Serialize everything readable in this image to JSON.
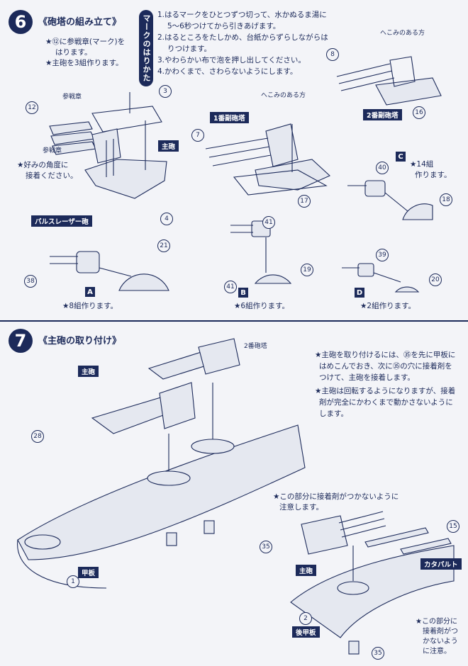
{
  "step6": {
    "number": "6",
    "title": "《砲塔の組み立て》",
    "notes": [
      "★⑫に参戦章(マーク)を",
      "はります。",
      "★主砲を3組作ります。"
    ],
    "mark_label": "マークのはりかた",
    "mark_steps": [
      "1.はるマークをひとつずつ切って、水かぬるま湯に",
      "5～6秒つけてから引きあげます。",
      "2.はるところをたしかめ、台紙からずらしながらは",
      "りつけます。",
      "3.やわらかい布で泡を押し出してください。",
      "4.かわくまで、さわらないようにします。"
    ],
    "tags": {
      "main_gun": "主砲",
      "turret1": "1番副砲塔",
      "turret2": "2番副砲塔",
      "pulse_laser": "パルスレーザー砲"
    },
    "labels": {
      "emblem1": "参戦章",
      "emblem2": "参戦章",
      "dent1": "へこみのある方",
      "dent2": "へこみのある方",
      "angle1": "★好みの角度に",
      "angle2": "接着ください。"
    },
    "parts": [
      "12",
      "3",
      "4",
      "7",
      "17",
      "8",
      "16",
      "40",
      "18",
      "41",
      "19",
      "39",
      "20",
      "21",
      "38",
      "41"
    ],
    "groups": {
      "A": {
        "letter": "A",
        "text": "★8組作ります。"
      },
      "B": {
        "letter": "B",
        "text": "★6組作ります。"
      },
      "C": {
        "letter": "C",
        "text1": "★14組",
        "text2": "作ります。"
      },
      "D": {
        "letter": "D",
        "text": "★2組作ります。"
      }
    }
  },
  "step7": {
    "number": "7",
    "title": "《主砲の取り付け》",
    "notes": [
      "★主砲を取り付けるには、㉟を先に甲板に",
      "はめこんでおき、次に㉟の穴に接着剤を",
      "つけて、主砲を接着します。",
      "★主砲は回転するようになりますが、接着",
      "剤が完全にかわくまで動かさないように",
      "します。"
    ],
    "glue_note": [
      "★この部分に接着剤がつかないように",
      "注意します。"
    ],
    "glue_note2": [
      "★この部分に",
      "接着剤がつ",
      "かないよう",
      "に注意。"
    ],
    "labels": {
      "turret2": "2番砲塔"
    },
    "tags": {
      "main_gun_a": "主砲",
      "main_gun_b": "主砲",
      "deck": "甲板",
      "rear_deck": "後甲板",
      "catapult": "カタパルト"
    },
    "parts": {
      "p28": "28",
      "p1": "1",
      "p35a": "35",
      "p35b": "35",
      "p2": "2",
      "p15": "15"
    }
  }
}
